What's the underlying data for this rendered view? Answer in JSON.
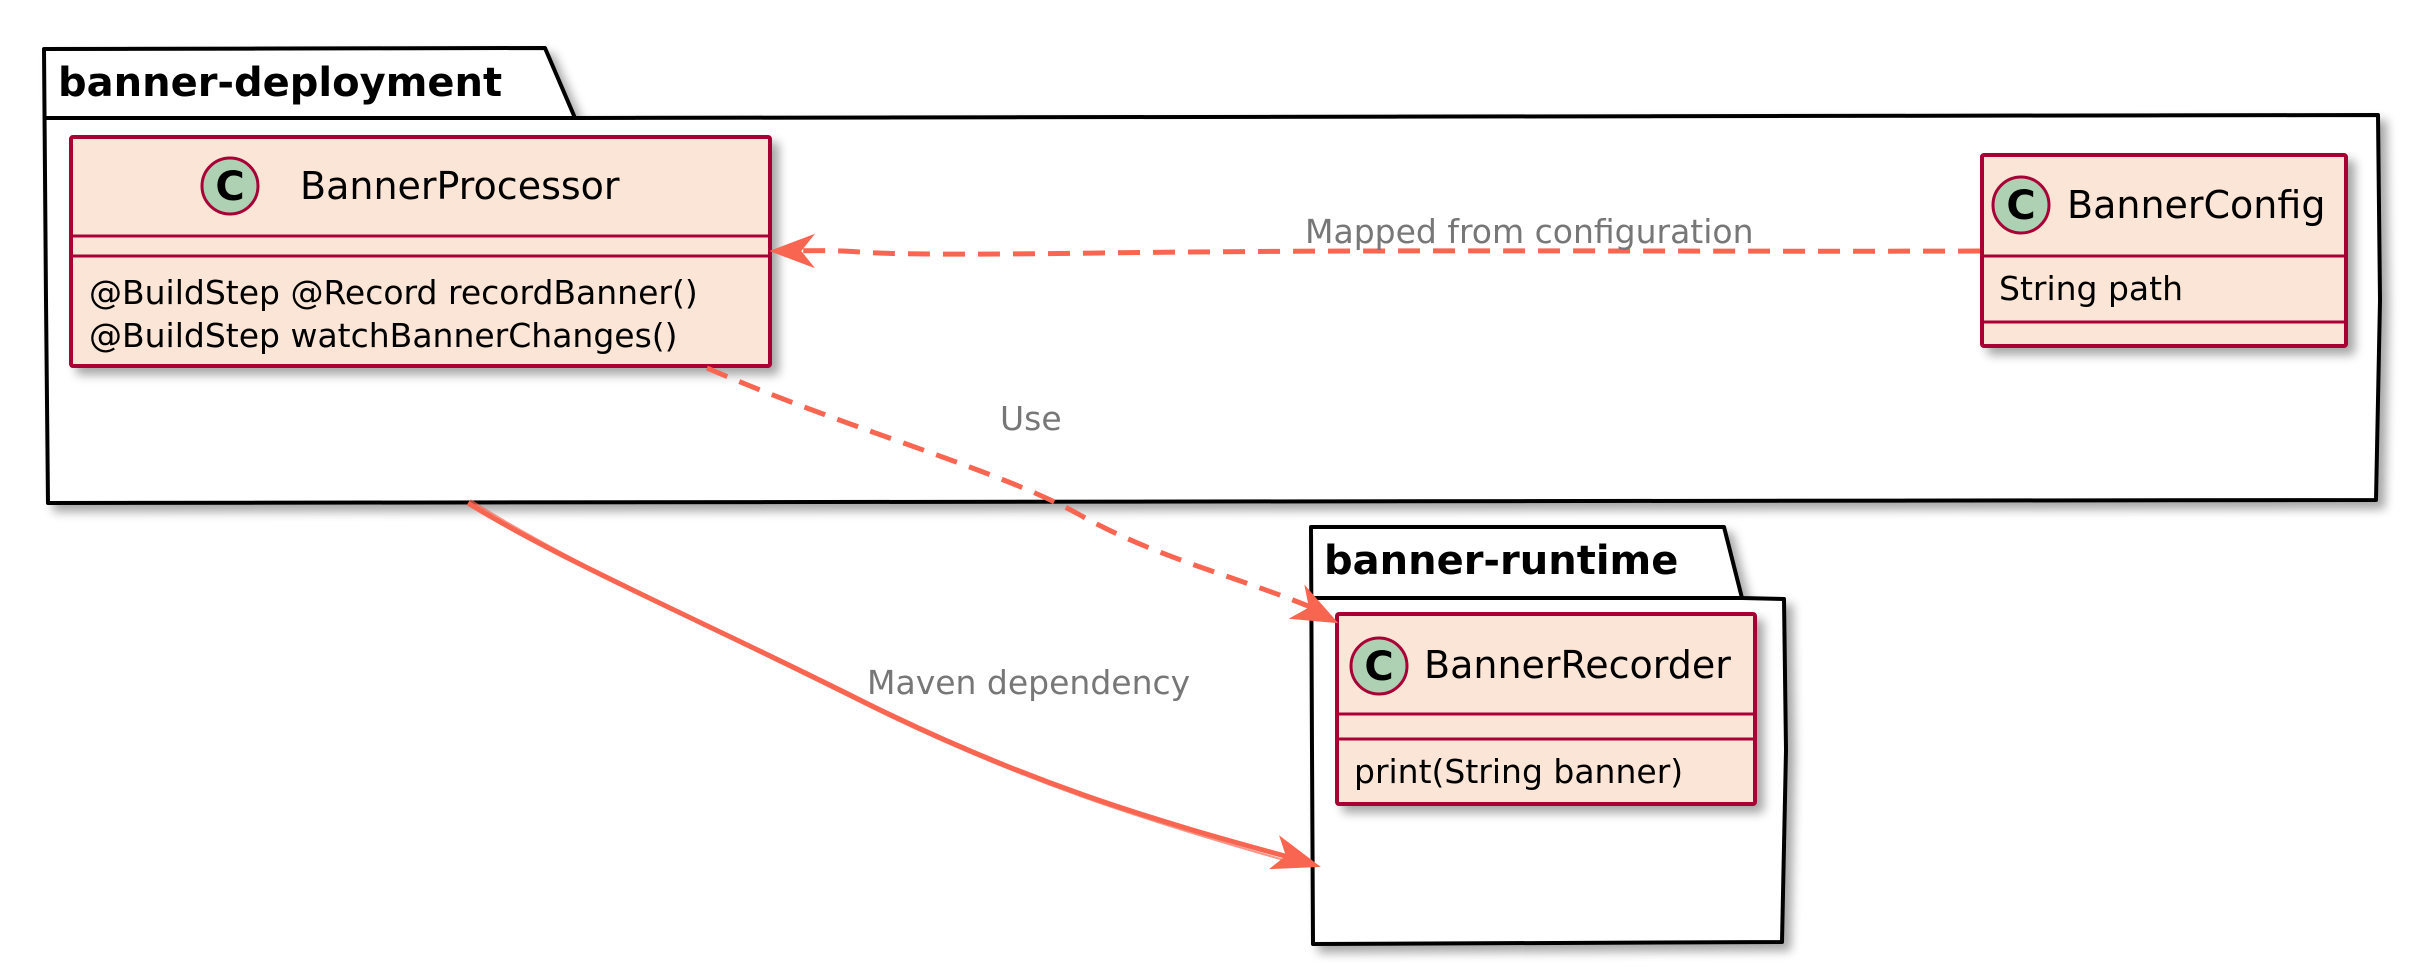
{
  "colors": {
    "class_fill": "#FBE5D6",
    "class_border": "#A80036",
    "arrow": "#F86652",
    "label_text": "#777777",
    "class_icon": "#ADD1B2"
  },
  "packages": [
    {
      "name": "banner-deployment",
      "classes": [
        {
          "name": "BannerProcessor",
          "icon": "C",
          "members": [
            "@BuildStep @Record recordBanner()",
            "@BuildStep watchBannerChanges()"
          ]
        },
        {
          "name": "BannerConfig",
          "icon": "C",
          "members": [
            "String path"
          ]
        }
      ]
    },
    {
      "name": "banner-runtime",
      "classes": [
        {
          "name": "BannerRecorder",
          "icon": "C",
          "members": [
            "print(String banner)"
          ]
        }
      ]
    }
  ],
  "edges": [
    {
      "from": "BannerConfig",
      "to": "BannerProcessor",
      "label": "Mapped from configuration",
      "style": "dashed"
    },
    {
      "from": "BannerProcessor",
      "to": "BannerRecorder",
      "label": "Use",
      "style": "dashed"
    },
    {
      "from": "banner-deployment",
      "to": "banner-runtime",
      "label": "Maven dependency",
      "style": "solid"
    }
  ]
}
